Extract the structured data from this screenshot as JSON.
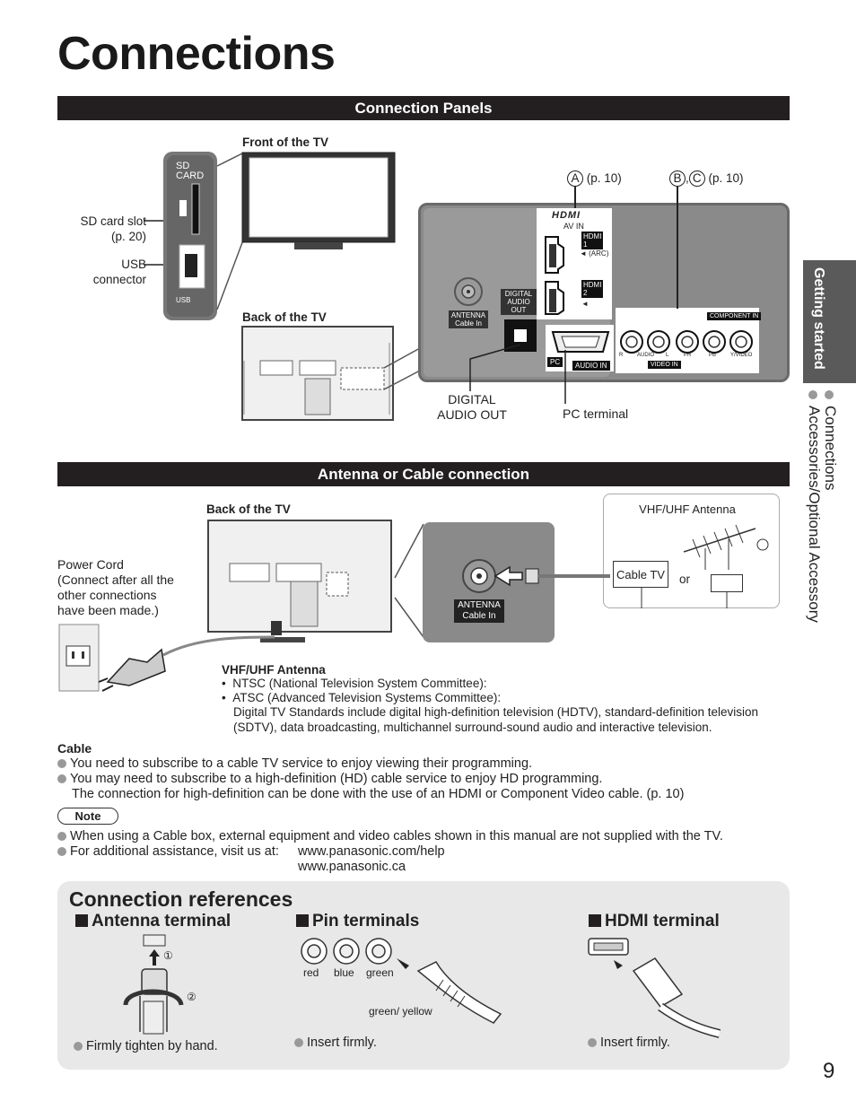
{
  "page": {
    "title": "Connections",
    "page_number": "9"
  },
  "sidebar": {
    "tab_label": "Getting started",
    "items": [
      "Connections",
      "Accessories/Optional Accessory"
    ]
  },
  "panels_section": {
    "header": "Connection Panels",
    "front_label": "Front of the TV",
    "back_label": "Back of the TV",
    "sd_slot_label": "SD card slot",
    "sd_slot_ref": "(p. 20)",
    "usb_label": "USB",
    "usb_label2": "connector",
    "sd_card_text1": "SD",
    "sd_card_text2": "CARD",
    "usb_small": "USB",
    "ref_a_letter": "A",
    "ref_a_page": "(p. 10)",
    "ref_bc_b": "B",
    "ref_bc_c": "C",
    "ref_bc_comma": ",",
    "ref_bc_page": "(p. 10)",
    "digital_audio_label1": "DIGITAL",
    "digital_audio_label2": "AUDIO OUT",
    "pc_terminal_label": "PC terminal",
    "panel": {
      "hdmi_logo": "HDMI",
      "av_in": "AV IN",
      "hdmi1_a": "HDMI",
      "hdmi1_b": "1",
      "arc": "◄ (ARC)",
      "hdmi2_a": "HDMI",
      "hdmi2_b": "2",
      "hdmi2_arrow": "◄",
      "antenna1": "ANTENNA",
      "antenna2": "Cable In",
      "dao1": "DIGITAL",
      "dao2": "AUDIO",
      "dao3": "OUT",
      "component_in": "COMPONENT IN",
      "pc": "PC",
      "audio_in": "AUDIO IN",
      "video_in": "VIDEO IN",
      "r": "R",
      "audio": "AUDIO",
      "l": "L",
      "pr": "PR",
      "pb": "PB",
      "yvideo": "Y/VIDEO"
    }
  },
  "antenna_section": {
    "header": "Antenna or Cable connection",
    "back_label": "Back of the TV",
    "power_cord_lines": [
      "Power Cord",
      "(Connect after all the",
      "other connections",
      "have been made.)"
    ],
    "antenna_panel1": "ANTENNA",
    "antenna_panel2": "Cable In",
    "vhf_box_label": "VHF/UHF Antenna",
    "cable_tv_label": "Cable TV",
    "or_label": "or",
    "vhf_heading": "VHF/UHF Antenna",
    "vhf_items": [
      "NTSC (National Television System Committee):",
      "ATSC (Advanced Television Systems Committee):"
    ],
    "atsc_desc1": "Digital TV Standards include digital high-definition television (HDTV), standard-definition television",
    "atsc_desc2": "(SDTV), data broadcasting, multichannel surround-sound audio and interactive television."
  },
  "cable": {
    "heading": "Cable",
    "item1": "You need to subscribe to a cable TV service to enjoy viewing their programming.",
    "item2": "You may need to subscribe to a high-definition (HD) cable service to enjoy HD programming.",
    "item2b": "The connection for high-definition can be done with the use of an HDMI or Component Video cable. (p. 10)"
  },
  "note": {
    "label": "Note",
    "item1": "When using a Cable box, external equipment and video cables shown in this manual are not supplied with the TV.",
    "item2": "For additional assistance, visit us at:",
    "url1": "www.panasonic.com/help",
    "url2": "www.panasonic.ca"
  },
  "references": {
    "heading": "Connection references",
    "antenna": {
      "title": "Antenna terminal",
      "step1": "①",
      "step2": "②",
      "caption": "Firmly tighten by hand."
    },
    "pin": {
      "title": "Pin terminals",
      "red": "red",
      "blue": "blue",
      "green": "green",
      "plug": "green/ yellow",
      "caption": "Insert firmly."
    },
    "hdmi": {
      "title": "HDMI terminal",
      "caption": "Insert firmly."
    }
  },
  "colors": {
    "band": "#231f20",
    "panel_gray": "#8a8a8a",
    "sidebar_tab": "#5a5a5a",
    "ref_bg": "#e8e8e8"
  }
}
